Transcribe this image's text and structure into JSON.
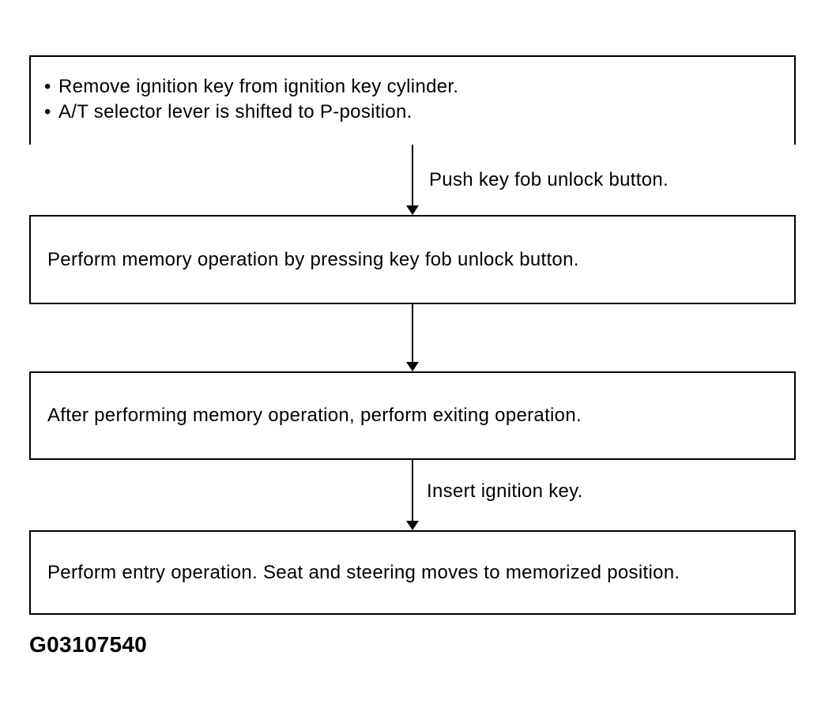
{
  "page": {
    "background": "#ffffff",
    "caption": "G03107540"
  },
  "flowchart": {
    "type": "vertical-flow",
    "line_color": "#000000",
    "text_color": "#000000",
    "bullet_char": "•",
    "boxes": [
      {
        "id": "preconditions",
        "bulleted": true,
        "lines": [
          "Remove ignition key from ignition key cylinder.",
          "A/T selector lever is shifted to P-position."
        ]
      },
      {
        "id": "memory-operation",
        "text": "Perform memory operation by pressing key fob unlock button."
      },
      {
        "id": "exiting-operation",
        "text": "After performing memory operation, perform exiting operation."
      },
      {
        "id": "entry-operation",
        "text": "Perform entry operation. Seat and steering moves to memorized position."
      }
    ],
    "arrows": [
      {
        "label": "Push key fob unlock button."
      },
      {
        "label": ""
      },
      {
        "label": "Insert ignition key."
      }
    ]
  }
}
